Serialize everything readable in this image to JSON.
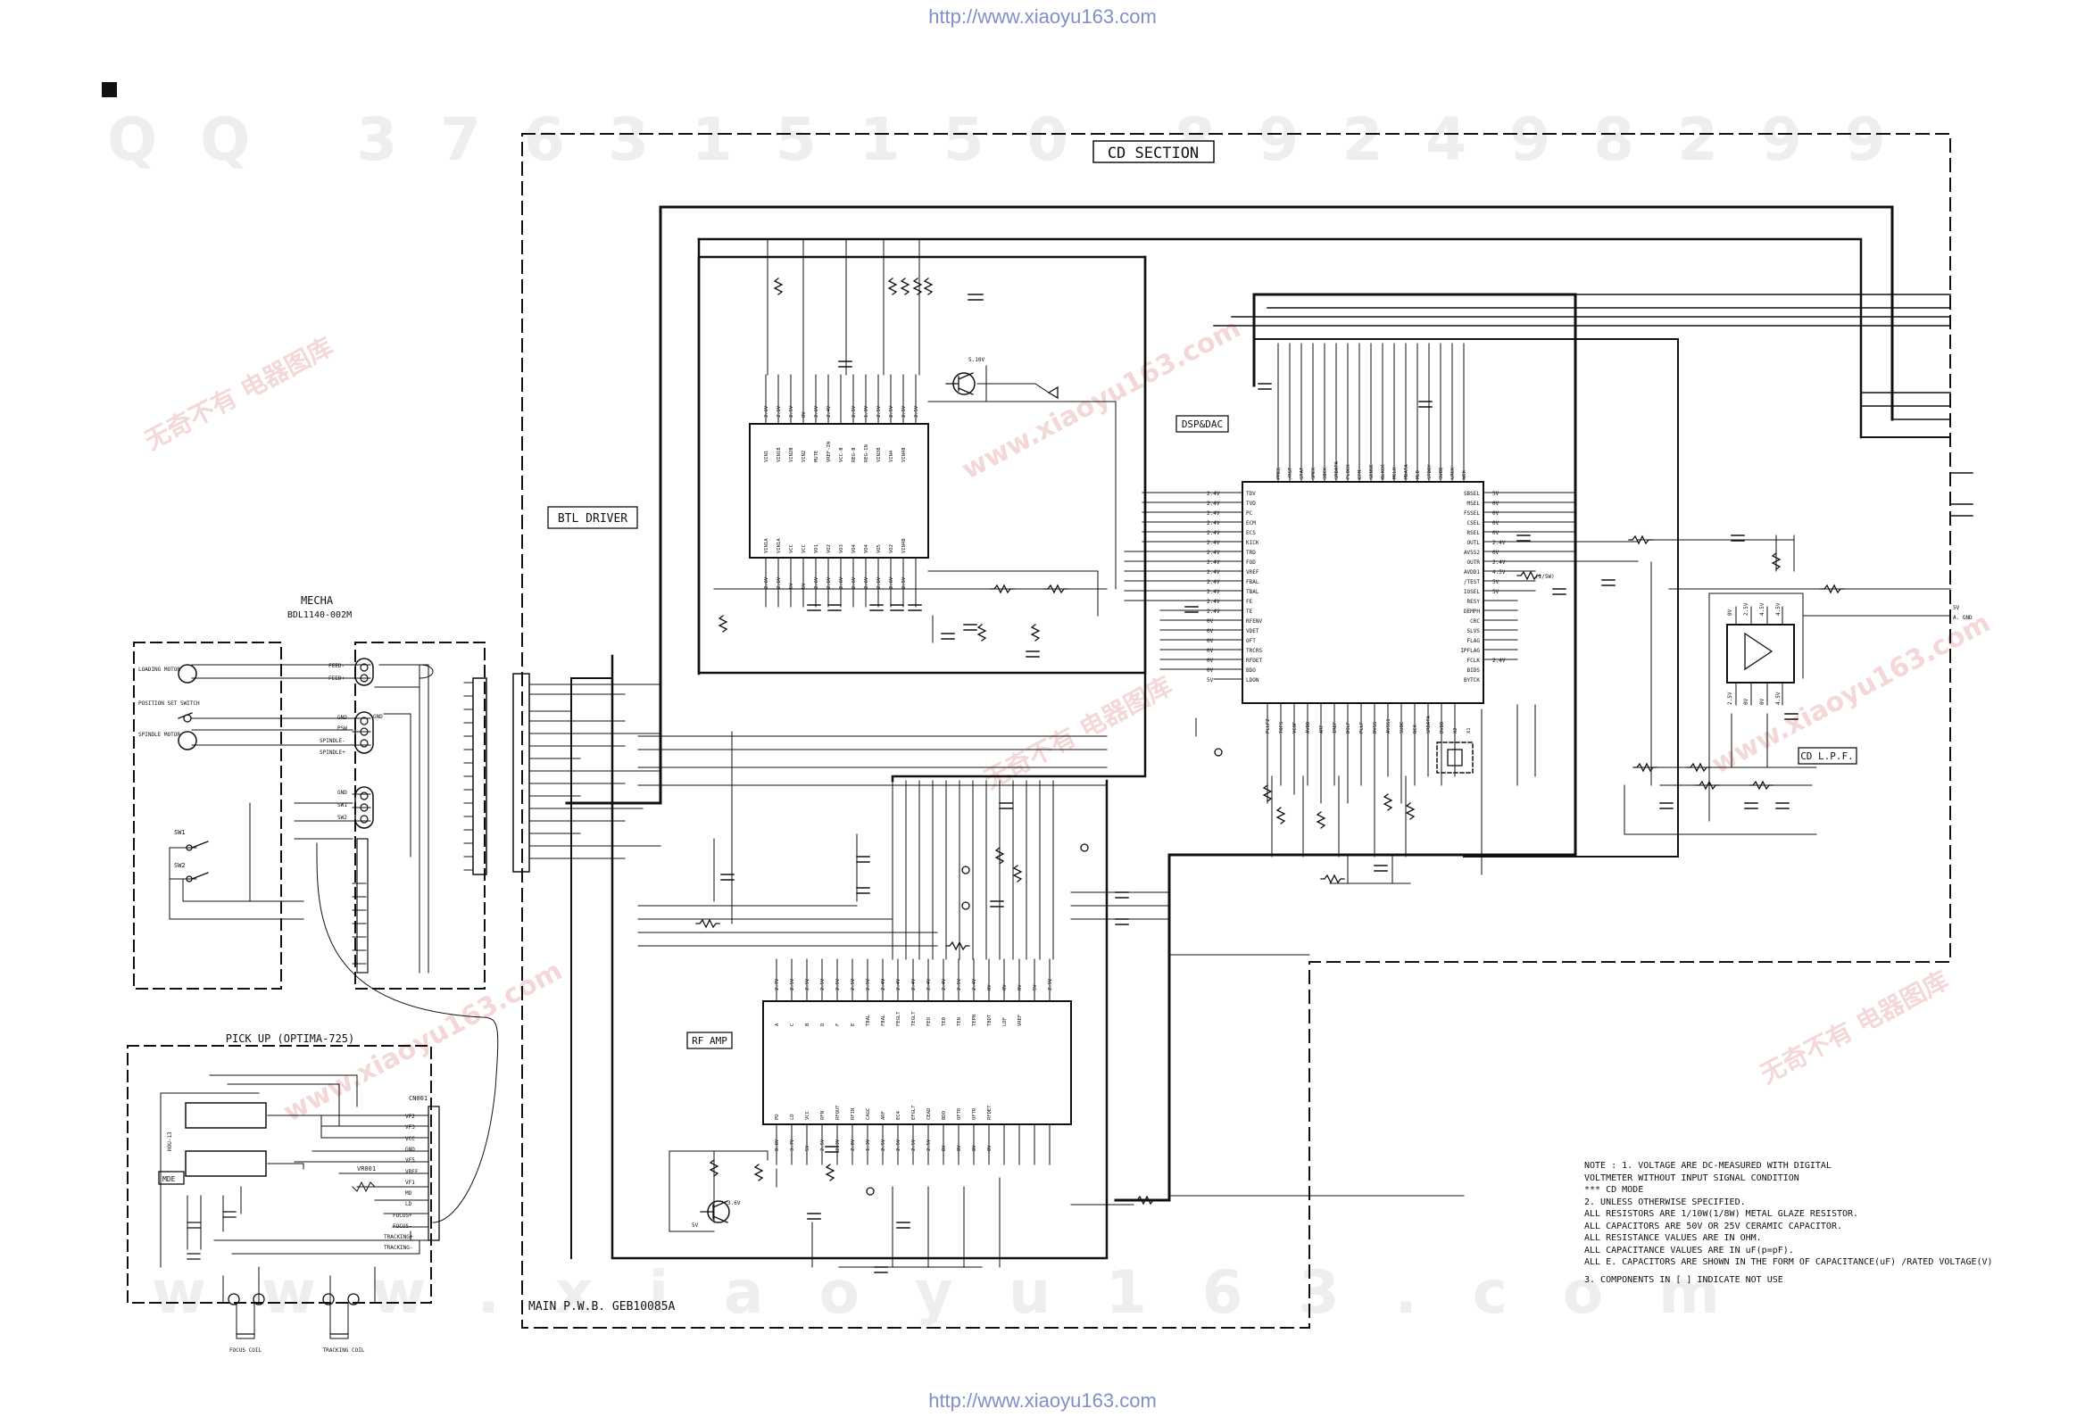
{
  "header_url": "http://www.xiaoyu163.com",
  "footer_url": "http://www.xiaoyu163.com",
  "watermarks": {
    "qq": "QQ 376315150 892498299",
    "site": "www.xiaoyu163.com",
    "cn_1": "无奇不有 电器图库",
    "cn_2": "www.xiaoyu163.com"
  },
  "section_title": "CD SECTION",
  "blocks": {
    "btl_driver": "BTL DRIVER",
    "dsp_dac": "DSP&DAC",
    "rf_amp": "RF AMP",
    "cd_lpf": "CD L.P.F."
  },
  "mecha": {
    "title": "MECHA",
    "model": "BDL1140-002M",
    "items": [
      "LOADING MOTOR",
      "POSITION SET SWITCH",
      "SPINDLE MOTOR",
      "SW1",
      "SW2"
    ],
    "pins": [
      "FEED-",
      "FEED+",
      "GND",
      "PSW",
      "GND",
      "SPINDLE-",
      "SPINDLE+",
      "GND",
      "SW1",
      "SW2"
    ]
  },
  "pickup": {
    "title": "PICK UP (OPTIMA-725)",
    "connector": "CN001",
    "ic": "HOU-13",
    "ld": "MDE",
    "vr": "VR001",
    "pins": [
      "VF2",
      "VF3",
      "VCC",
      "GND",
      "VF5",
      "VREF",
      "VF1",
      "MD",
      "LD",
      "FOCUS+",
      "FOCUS-",
      "TRACKING+",
      "TRACKING-"
    ],
    "focus_coil": "FOCUS COIL",
    "tracking_coil": "TRACKING COIL"
  },
  "board": "MAIN P.W.B. GEB10085A",
  "ic_dsp_left_pins": [
    "TDV",
    "TVD",
    "PC",
    "ECM",
    "ECS",
    "KICK",
    "TRD",
    "FOD",
    "VREF",
    "FBAL",
    "TBAL",
    "FE",
    "TE",
    "RFENV",
    "VDET",
    "OFT",
    "TRCRS",
    "RFDET",
    "BDO",
    "LDON"
  ],
  "ic_dsp_right_pins": [
    "SBSEL",
    "MSEL",
    "FSSEL",
    "CSEL",
    "RSEL",
    "OUTL",
    "AVSS2",
    "OUTR",
    "AVDD1",
    "/TEST",
    "IOSEL",
    "RESY",
    "DEMPH",
    "CRC",
    "SLVS",
    "FLAG",
    "IPFLAG",
    "FCLK",
    "BIDS",
    "BYTCK"
  ],
  "ic_dsp_top_pins": [
    "PMCK",
    "/RST",
    "STAT",
    "SMCK",
    "SBCK",
    "SRDATA",
    "FLOCK",
    "EFM",
    "SENSE",
    "BLKCK",
    "MCLK",
    "MDATA",
    "MLD",
    "STDBY",
    "SUBQ",
    "LRCK",
    "WCK"
  ],
  "ic_dsp_bottom_pins": [
    "PLLF2",
    "TOFS",
    "VCOF",
    "AVDD",
    "ARF",
    "IREF",
    "DSLF",
    "PLLF",
    "DVSS",
    "AVSS1",
    "SUBC",
    "BCK",
    "SRDATA",
    "DVDD",
    "X2",
    "X1"
  ],
  "dsp_left_volts": [
    "2.4V",
    "2.4V",
    "2.4V",
    "2.4V",
    "2.4V",
    "2.4V",
    "2.4V",
    "2.4V",
    "2.4V",
    "2.4V",
    "2.4V",
    "2.4V",
    "2.4V",
    "0V",
    "0V",
    "0V",
    "0V",
    "0V",
    "0V",
    "5V"
  ],
  "dsp_right_volts": [
    "5V",
    "0V",
    "0V",
    "0V",
    "0V",
    "2.4V",
    "0V",
    "2.4V",
    "4.5V",
    "5V",
    "5V",
    "",
    "",
    "",
    "",
    "",
    "",
    "2.4V",
    "",
    ""
  ],
  "btl_top_volts": [
    "2.6V",
    "2.6V",
    "2.5V",
    "0V",
    "2.6V",
    "2.4V",
    "",
    "2.5V",
    "1.9V",
    "2.5V",
    "2.5V",
    "2.5V",
    "2.5V"
  ],
  "btl_top_pins": [
    "VIN1",
    "VIN1B",
    "VIN2B",
    "VIN2",
    "MUTE",
    "VREF-IN",
    "VCC-B",
    "REG-B",
    "REG-IN",
    "VIN3B",
    "VIN4",
    "VIN4B"
  ],
  "btl_bottom_pins": [
    "VIN1A",
    "VIN1A",
    "VCC",
    "VCC",
    "VO1",
    "VO2",
    "VO3",
    "VO4",
    "VO4",
    "VO5",
    "VO2",
    "VIN4B"
  ],
  "btl_bottom_volts": [
    "2.6V",
    "2.6V",
    "5V",
    "5V",
    "2.6V",
    "2.6V",
    "2.6V",
    "2.6V",
    "2.6V",
    "2.6V",
    "2.6V",
    "2.5V"
  ],
  "rf_top_volts": [
    "2.7V",
    "2.5V",
    "2.5V",
    "2.5V",
    "2.5V",
    "2.5V",
    "2.5V",
    "2.4V",
    "2.4V",
    "2.4V",
    "2.4V",
    "2.4V",
    "2.5V",
    "2.4V",
    "0V",
    "0V",
    "0V",
    "5V",
    "2.5V"
  ],
  "rf_top_pins": [
    "A",
    "C",
    "B",
    "D",
    "F",
    "E",
    "TBAL",
    "FBAL",
    "FEGLT",
    "TEGLT",
    "FEO",
    "TE0",
    "TEN",
    "TEPN",
    "TBDT",
    "LDF",
    "VREF"
  ],
  "rf_bottom_pins": [
    "PD",
    "LD",
    "VCC",
    "RFN",
    "RFOUT",
    "RFIN",
    "CAGC",
    "ARF",
    "EC4",
    "EFGLT",
    "CEAD",
    "BDO",
    "OFTR",
    "OFTR",
    "RFDET"
  ],
  "rf_bottom_volts": [
    "0.8V",
    "3.7V",
    "5V",
    "2.5V",
    "2.3V",
    "2.0V",
    "1.3V",
    "2.5V",
    "2.5V",
    "2.5V",
    "2.5V",
    "0V",
    "0V",
    "0V",
    "0V"
  ],
  "lpf_volts": [
    "0V",
    "2.5V",
    "4.5V",
    "4.5V",
    "2.5V",
    "0V",
    "0V",
    "4.5V"
  ],
  "misc_labels": [
    "5.10V",
    "3.6V",
    "5V",
    "(1/5W)",
    "5V",
    "A. GND"
  ],
  "notes": [
    "NOTE : 1. VOLTAGE ARE DC-MEASURED WITH DIGITAL",
    "          VOLTMETER WITHOUT INPUT SIGNAL CONDITION",
    "          *** CD MODE",
    "       2. UNLESS OTHERWISE SPECIFIED.",
    "          ALL RESISTORS ARE 1/10W(1/8W) METAL GLAZE RESISTOR.",
    "          ALL CAPACITORS ARE 50V OR 25V CERAMIC CAPACITOR.",
    "          ALL RESISTANCE VALUES ARE IN OHM.",
    "          ALL CAPACITANCE VALUES ARE IN uF(p=pF).",
    "          ALL E. CAPACITORS ARE SHOWN IN THE FORM OF CAPACITANCE(uF) /RATED VOLTAGE(V)",
    "       3. COMPONENTS IN [   ] INDICATE NOT USE"
  ]
}
